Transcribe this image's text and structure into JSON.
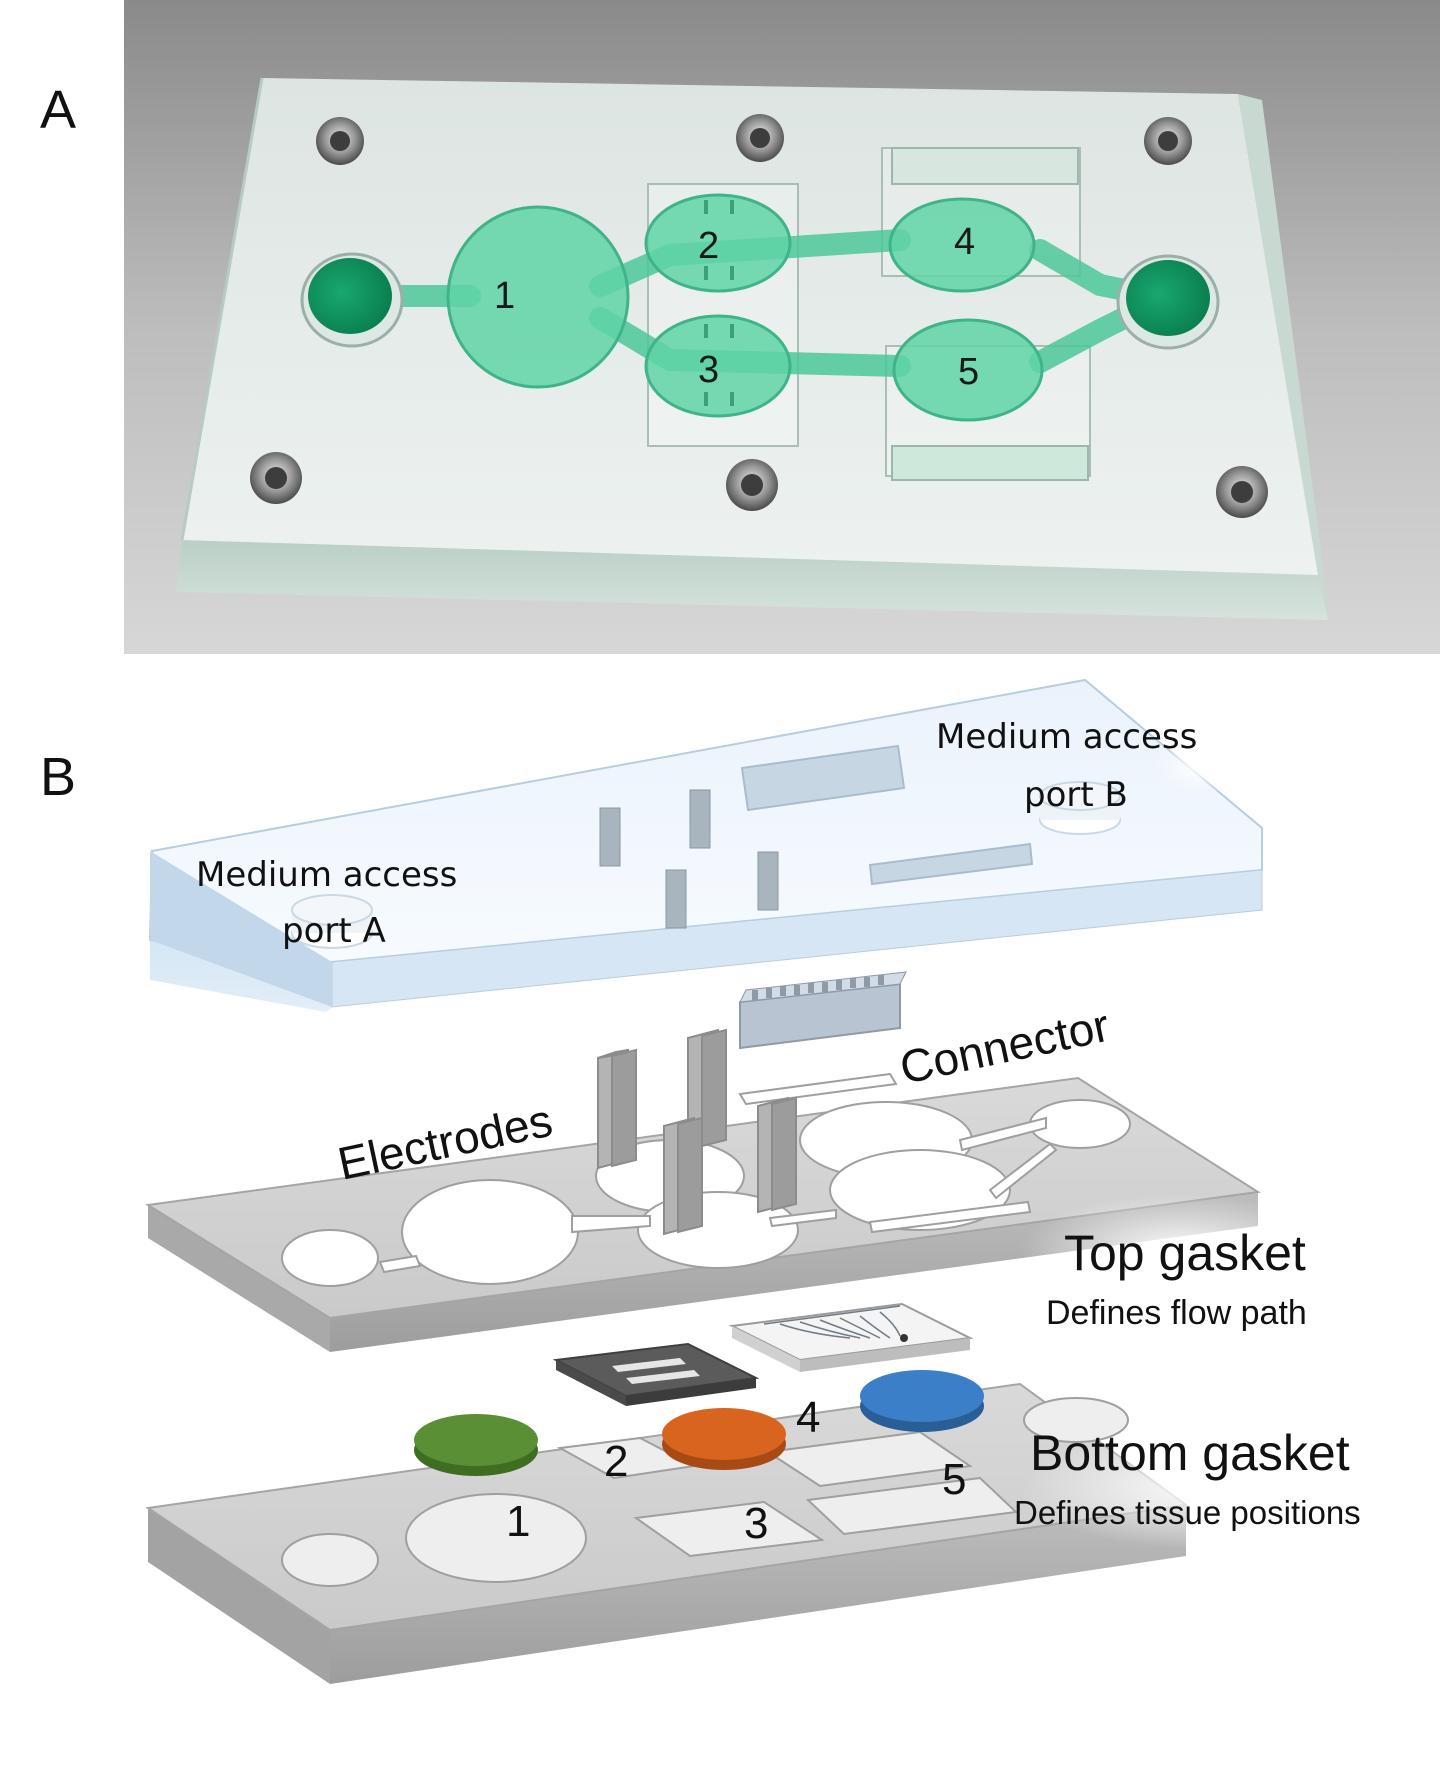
{
  "panels": {
    "a_label": "A",
    "b_label": "B"
  },
  "photo": {
    "well_labels": [
      "1",
      "2",
      "3",
      "4",
      "5"
    ]
  },
  "diagram": {
    "top_plate": {
      "port_a_line1": "Medium access",
      "port_a_line2": "port A",
      "port_b_line1": "Medium access",
      "port_b_line2": "port B"
    },
    "connector_label": "Connector",
    "electrodes_label": "Electrodes",
    "top_gasket_title": "Top gasket",
    "top_gasket_subtitle": "Defines flow path",
    "bottom_gasket_title": "Bottom gasket",
    "bottom_gasket_subtitle": "Defines tissue positions",
    "tissue_labels": [
      "1",
      "2",
      "3",
      "4",
      "5"
    ]
  },
  "colors": {
    "medium_green": "#2fbf8a",
    "tissue_green": "#5a8f35",
    "tissue_orange": "#d8641f",
    "tissue_blue": "#3b7fc8"
  }
}
